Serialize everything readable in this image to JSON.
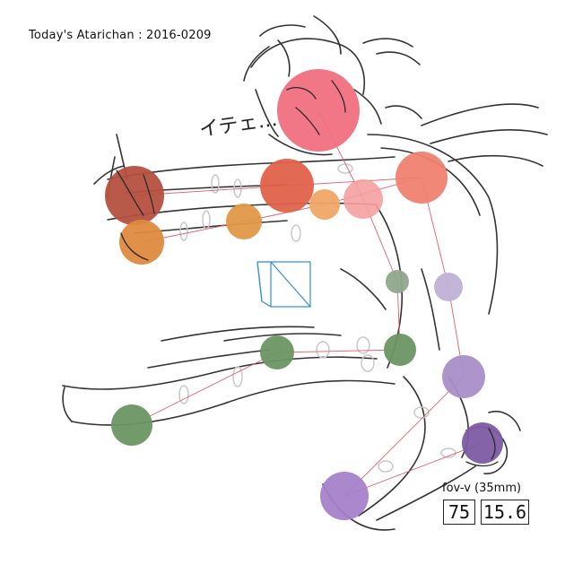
{
  "title": "Today's Atarichan : 2016-0209",
  "handwritten_note": "イテェ…",
  "camera": {
    "label": "fov-v (35mm)",
    "fov": "75",
    "focal": "15.6"
  },
  "colors": {
    "head": "#f06f7f",
    "torso_upper": "#ef8170",
    "torso_mid": "#f5a0a0",
    "arm_right": "#e0624a",
    "hand_right": "#b5503f",
    "arm_left_elbow": "#e29848",
    "arm_left_upper": "#f1a766",
    "hand_left": "#de8a3e",
    "leg_a": "#6b9563",
    "leg_b": "#8fa78c",
    "leg_c": "#a98ec7",
    "foot_purple": "#a681cb",
    "knee_purple": "#7d5ba3",
    "hip_purple": "#c0b1d6"
  }
}
